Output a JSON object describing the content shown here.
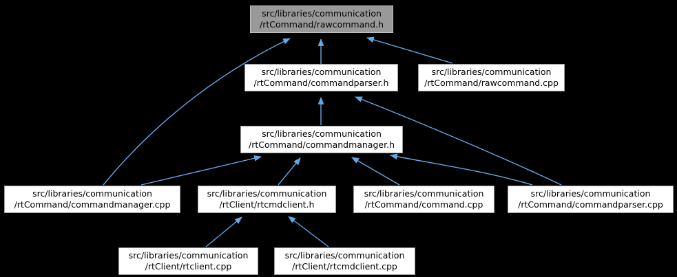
{
  "diagram": {
    "type": "doxygen-included-by-dependency-graph",
    "background_color": "#000000",
    "edge_color": "#63a9e5",
    "node_fill_color": "#ffffff",
    "node_border_color": "#9b9b9b",
    "highlight_node_fill_color": "#999999",
    "highlight_node_border_color": "#c8c8c8",
    "text_color": "#000000"
  },
  "nodes": [
    {
      "id": "rawcommand_h",
      "label": "src/libraries/communication\n/rtCommand/rawcommand.h",
      "highlighted": true
    },
    {
      "id": "commandparser_h",
      "label": "src/libraries/communication\n/rtCommand/commandparser.h",
      "highlighted": false
    },
    {
      "id": "rawcommand_cpp",
      "label": "src/libraries/communication\n/rtCommand/rawcommand.cpp",
      "highlighted": false
    },
    {
      "id": "commandmanager_h",
      "label": "src/libraries/communication\n/rtCommand/commandmanager.h",
      "highlighted": false
    },
    {
      "id": "commandmanager_cpp",
      "label": "src/libraries/communication\n/rtCommand/commandmanager.cpp",
      "highlighted": false
    },
    {
      "id": "rtcmdclient_h",
      "label": "src/libraries/communication\n/rtClient/rtcmdclient.h",
      "highlighted": false
    },
    {
      "id": "command_cpp",
      "label": "src/libraries/communication\n/rtCommand/command.cpp",
      "highlighted": false
    },
    {
      "id": "commandparser_cpp",
      "label": "src/libraries/communication\n/rtCommand/commandparser.cpp",
      "highlighted": false
    },
    {
      "id": "rtclient_cpp",
      "label": "src/libraries/communication\n/rtClient/rtclient.cpp",
      "highlighted": false
    },
    {
      "id": "rtcmdclient_cpp",
      "label": "src/libraries/communication\n/rtClient/rtcmdclient.cpp",
      "highlighted": false
    }
  ],
  "edges": [
    {
      "from": "commandparser_h",
      "to": "rawcommand_h"
    },
    {
      "from": "rawcommand_cpp",
      "to": "rawcommand_h"
    },
    {
      "from": "commandmanager_cpp",
      "to": "rawcommand_h"
    },
    {
      "from": "commandmanager_h",
      "to": "commandparser_h"
    },
    {
      "from": "commandparser_cpp",
      "to": "commandparser_h"
    },
    {
      "from": "commandmanager_cpp",
      "to": "commandmanager_h"
    },
    {
      "from": "rtcmdclient_h",
      "to": "commandmanager_h"
    },
    {
      "from": "command_cpp",
      "to": "commandmanager_h"
    },
    {
      "from": "commandparser_cpp",
      "to": "commandmanager_h"
    },
    {
      "from": "rtclient_cpp",
      "to": "rtcmdclient_h"
    },
    {
      "from": "rtcmdclient_cpp",
      "to": "rtcmdclient_h"
    }
  ]
}
